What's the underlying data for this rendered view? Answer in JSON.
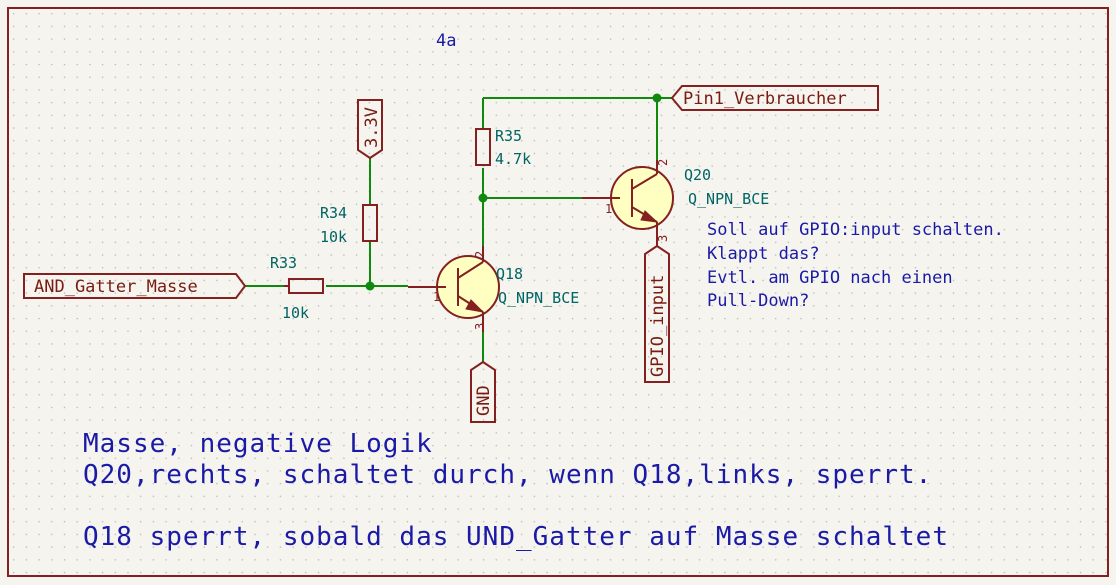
{
  "sheet": {
    "id_label": "4a"
  },
  "labels": {
    "supply": "3.3V",
    "ground": "GND",
    "and_gate_ground": "AND_Gatter_Masse",
    "load_pin": "Pin1_Verbraucher",
    "gpio_input": "GPIO_input"
  },
  "components": {
    "r33": {
      "ref": "R33",
      "value": "10k"
    },
    "r34": {
      "ref": "R34",
      "value": "10k"
    },
    "r35": {
      "ref": "R35",
      "value": "4.7k"
    },
    "q18": {
      "ref": "Q18",
      "value": "Q_NPN_BCE",
      "pin_b": "1",
      "pin_c": "2",
      "pin_e": "3"
    },
    "q20": {
      "ref": "Q20",
      "value": "Q_NPN_BCE",
      "pin_b": "1",
      "pin_c": "2",
      "pin_e": "3"
    }
  },
  "notes": {
    "question_1": "Soll auf GPIO:input schalten.",
    "question_2": "Klappt das?",
    "question_3": "Evtl. am GPIO nach einen",
    "question_4": "Pull-Down?",
    "main_1": "Masse, negative Logik",
    "main_2": "Q20,rechts,  schaltet durch, wenn Q18,links,  sperrt.",
    "main_3": "Q18 sperrt, sobald das UND_Gatter auf Masse schaltet"
  },
  "colors": {
    "background": "#f5f4ef",
    "frame": "#842020",
    "wire": "#0f8a0f",
    "component": "#842020",
    "reference_text": "#006464",
    "note_text": "#1a1aa6"
  }
}
